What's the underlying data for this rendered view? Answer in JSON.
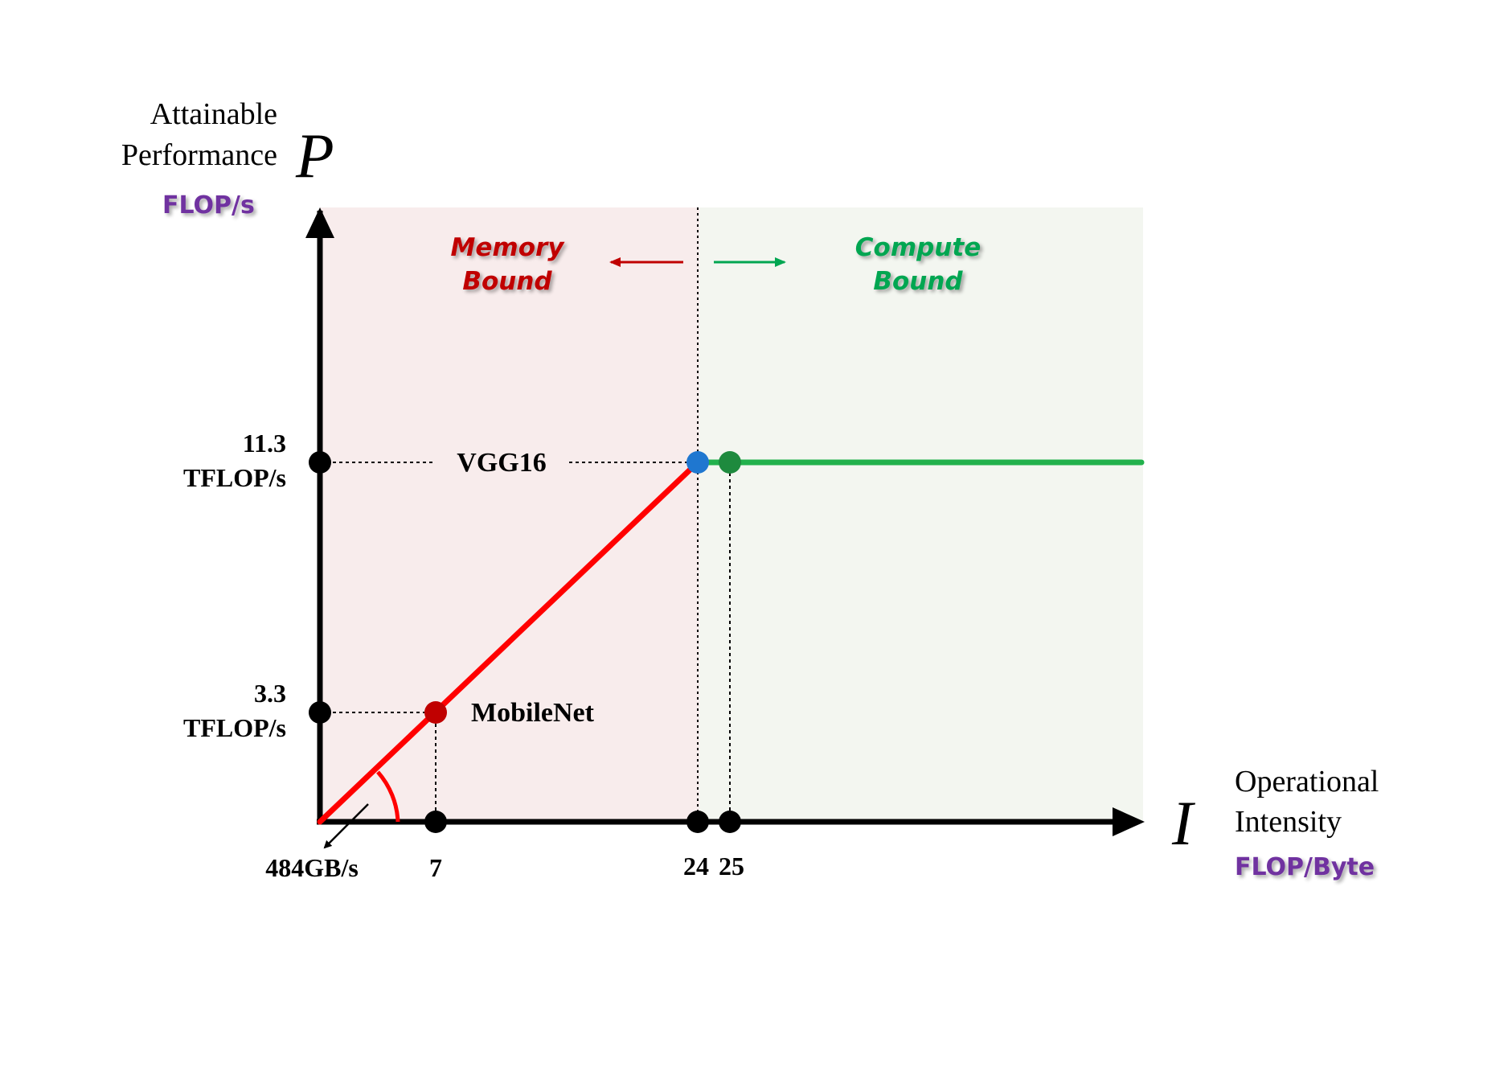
{
  "y_axis": {
    "label_line1": "Attainable",
    "label_line2": "Performance",
    "symbol": "P",
    "unit": "FLOP/s"
  },
  "x_axis": {
    "label_line1": "Operational",
    "label_line2": "Intensity",
    "symbol": "I",
    "unit": "FLOP/Byte"
  },
  "regions": {
    "memory_line1": "Memory",
    "memory_line2": "Bound",
    "compute_line1": "Compute",
    "compute_line2": "Bound"
  },
  "y_ticks": [
    {
      "line1": "11.3",
      "line2": "TFLOP/s"
    },
    {
      "line1": "3.3",
      "line2": "TFLOP/s"
    }
  ],
  "x_ticks": [
    "7",
    "24",
    "25"
  ],
  "bandwidth_label": "484GB/s",
  "points": {
    "vgg16": "VGG16",
    "mobilenet": "MobileNet"
  },
  "colors": {
    "memory_text": "#c00000",
    "compute_text": "#00a651",
    "memory_bg": "#f8ecec",
    "compute_bg": "#f3f6f0",
    "memory_line": "#ff0000",
    "compute_line": "#22b14c",
    "unit_text": "#7030a0",
    "ridge_point": "#1f77d0",
    "vgg_point": "#1e8a3e",
    "mobilenet_point": "#c00000"
  },
  "chart_data": {
    "type": "line",
    "series": [
      {
        "values_x": [
          0,
          24
        ],
        "values_y": [
          0,
          11.3
        ]
      },
      {
        "values_x": [
          24,
          50
        ],
        "values_y": [
          11.3,
          11.3
        ]
      }
    ],
    "points": [
      {
        "name": "MobileNet",
        "x": 7,
        "y": 3.3
      },
      {
        "name": "VGG16",
        "x": 25,
        "y": 11.3
      },
      {
        "x": 24,
        "y": 11.3
      }
    ]
  }
}
